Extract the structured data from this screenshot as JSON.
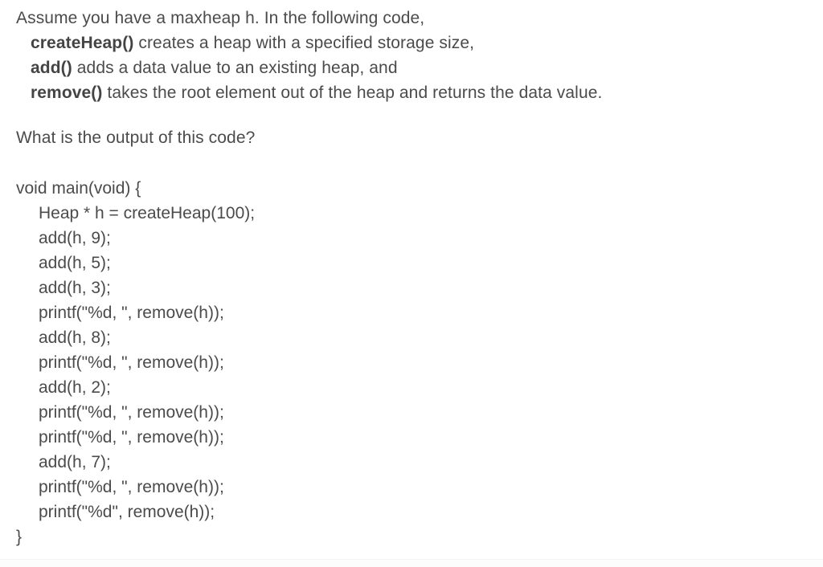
{
  "document": {
    "background_color": "#ffffff",
    "text_color": "#4b4b4b",
    "intro": {
      "lead": "Assume you have a maxheap h. In the following code,",
      "items": [
        {
          "fn": "createHeap()",
          "desc": " creates a heap with a specified storage size,"
        },
        {
          "fn": "add()",
          "desc": " adds a data value to an existing heap, and"
        },
        {
          "fn": "remove()",
          "desc": " takes the root element out of the heap and returns the data value."
        }
      ]
    },
    "question": "What is the output of this code?",
    "code": {
      "language": "c",
      "lines": [
        {
          "text": "void main(void) {",
          "indent": false
        },
        {
          "text": "Heap * h = createHeap(100);",
          "indent": true
        },
        {
          "text": "add(h, 9);",
          "indent": true
        },
        {
          "text": "add(h, 5);",
          "indent": true
        },
        {
          "text": "add(h, 3);",
          "indent": true
        },
        {
          "text": "printf(\"%d, \", remove(h));",
          "indent": true
        },
        {
          "text": "add(h, 8);",
          "indent": true
        },
        {
          "text": "printf(\"%d, \", remove(h));",
          "indent": true
        },
        {
          "text": "add(h, 2);",
          "indent": true
        },
        {
          "text": "printf(\"%d, \", remove(h));",
          "indent": true
        },
        {
          "text": "printf(\"%d, \", remove(h));",
          "indent": true
        },
        {
          "text": "add(h, 7);",
          "indent": true
        },
        {
          "text": "printf(\"%d, \", remove(h));",
          "indent": true
        },
        {
          "text": "printf(\"%d\", remove(h));",
          "indent": true
        },
        {
          "text": "}",
          "indent": false
        }
      ]
    }
  }
}
